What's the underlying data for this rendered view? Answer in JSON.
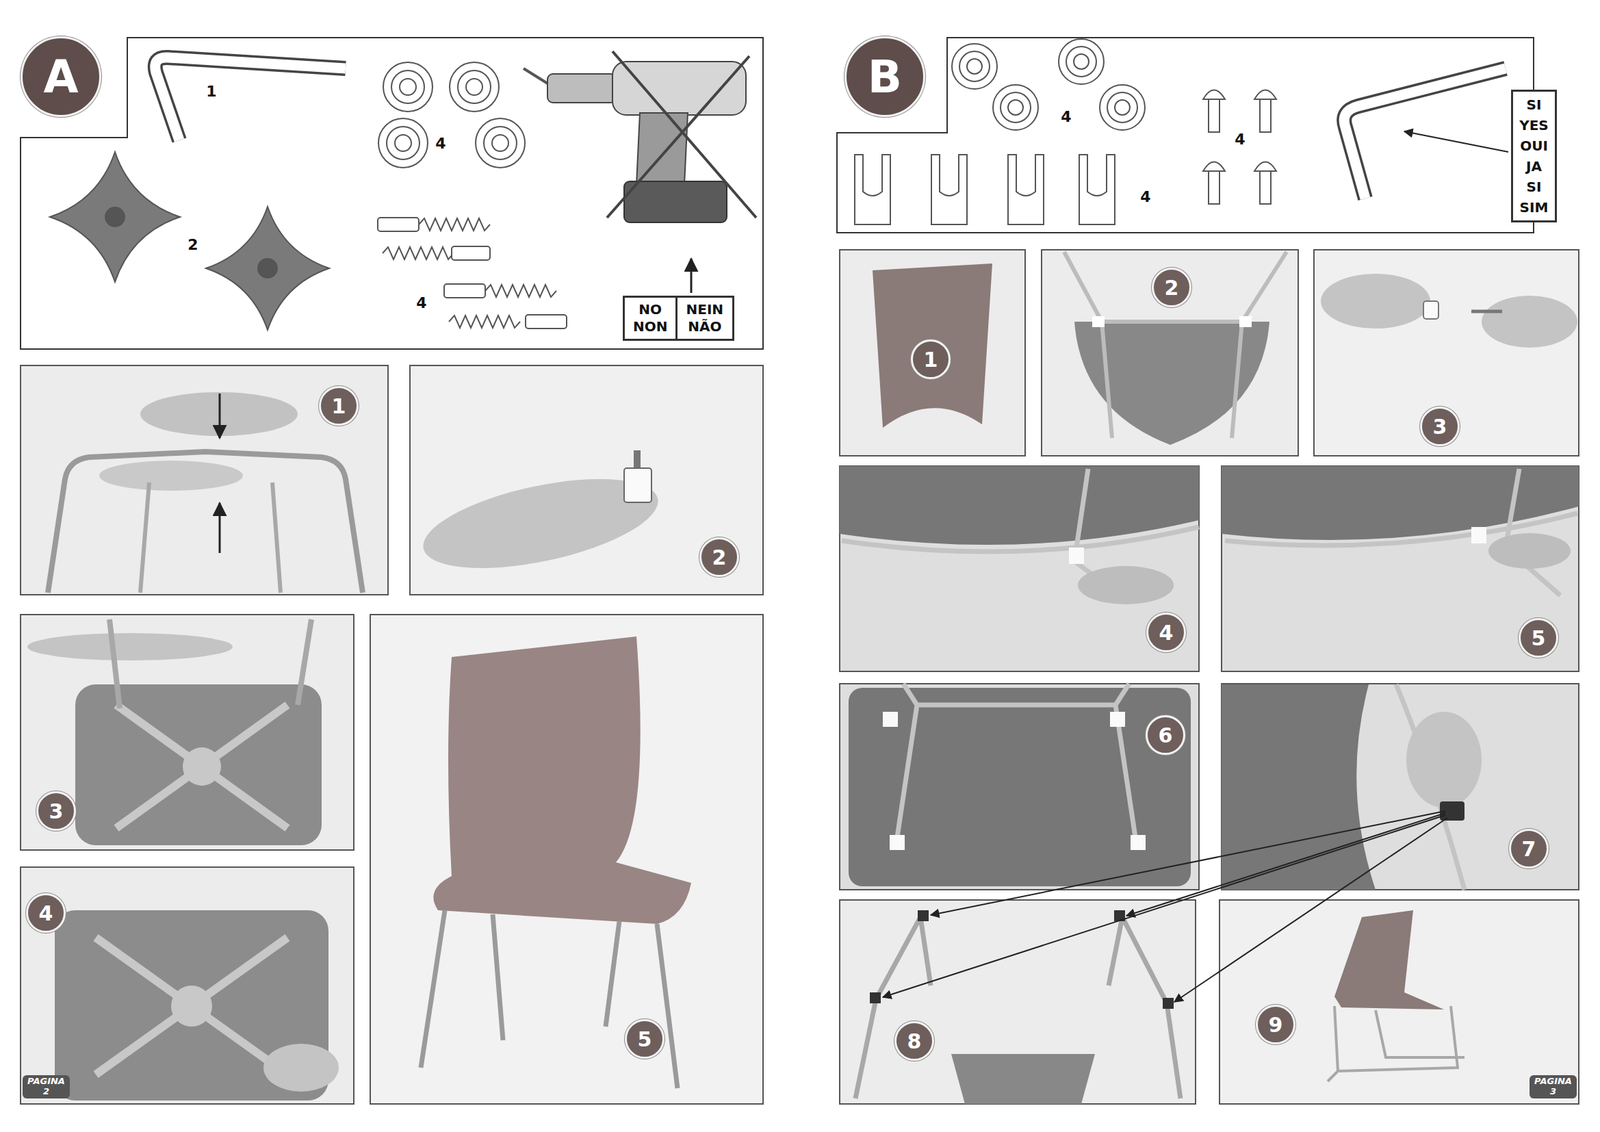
{
  "diagram": {
    "nodes": [
      {
        "text": [
          "A"
        ]
      },
      {
        "text": [
          "NO NON",
          "NEIN NÃO"
        ]
      },
      {
        "text": [
          "1"
        ]
      },
      {
        "text": [
          "2"
        ]
      },
      {
        "text": [
          "3"
        ]
      },
      {
        "text": [
          "4"
        ]
      },
      {
        "text": [
          "5"
        ]
      },
      {
        "text": [
          "PAGINA 2"
        ]
      },
      {
        "text": [
          "B"
        ]
      },
      {
        "text": [
          "SI YES OUI JA SI SIM"
        ]
      },
      {
        "text": [
          "1"
        ]
      },
      {
        "text": [
          "2"
        ]
      },
      {
        "text": [
          "3"
        ]
      },
      {
        "text": [
          "4"
        ]
      },
      {
        "text": [
          "5"
        ]
      },
      {
        "text": [
          "6"
        ]
      },
      {
        "text": [
          "7"
        ]
      },
      {
        "text": [
          "8"
        ]
      },
      {
        "text": [
          "9"
        ]
      },
      {
        "text": [
          "PAGINA 3"
        ]
      }
    ],
    "labels": [
      "1",
      "2",
      "4",
      "4",
      "4",
      "4",
      "4"
    ]
  }
}
